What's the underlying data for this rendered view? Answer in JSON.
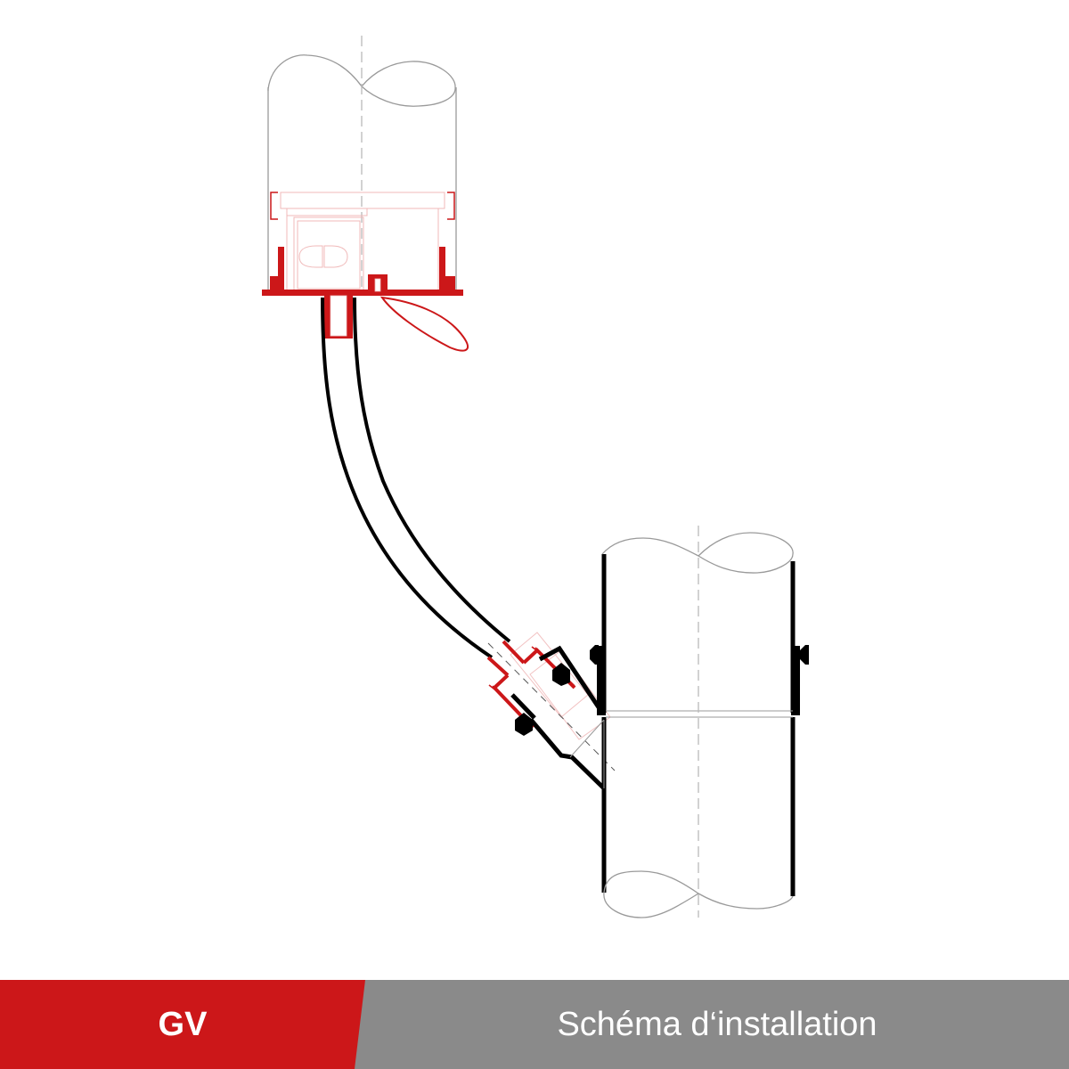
{
  "footer": {
    "code": "GV",
    "title": "Schéma d‘installation"
  },
  "colors": {
    "accent_red": "#cc1719",
    "footer_gray": "#8a8a8a",
    "pipe_black": "#000000",
    "outline_gray": "#9a9a9a",
    "footer_text": "#ffffff"
  },
  "diagram": {
    "components": [
      "upper-pipe-section",
      "device-housing",
      "drain-outlet",
      "pull-cord-loop",
      "flexible-hose",
      "hose-connector",
      "lower-pipe-section",
      "y-branch-inlet"
    ]
  }
}
